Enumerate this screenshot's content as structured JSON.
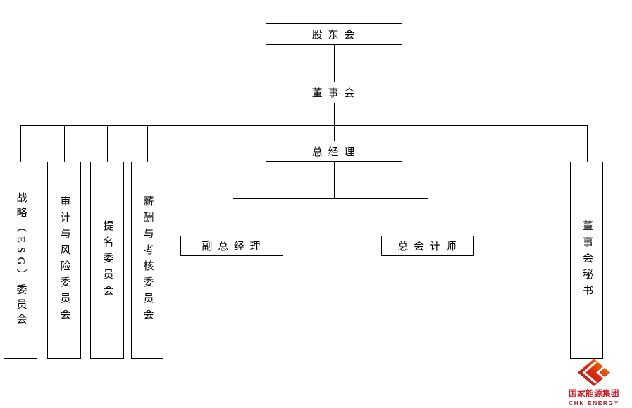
{
  "diagram": {
    "type": "org-chart",
    "nodes": {
      "shareholders": "股 东 会",
      "board": "董 事 会",
      "general_manager": "总 经 理",
      "deputy_general_manager": "副 总 经 理",
      "chief_accountant": "总 会 计 师",
      "board_secretary": "董事会秘书",
      "committees": [
        "战略（ESG）委员会",
        "审计与风险委员会",
        "提名委员会",
        "薪酬与考核委员会"
      ]
    },
    "edges": [
      "股东会 → 董事会",
      "董事会 → 战略（ESG）委员会",
      "董事会 → 审计与风险委员会",
      "董事会 → 提名委员会",
      "董事会 → 薪酬与考核委员会",
      "董事会 → 总经理",
      "董事会 → 董事会秘书",
      "总经理 → 副总经理",
      "总经理 → 总会计师"
    ],
    "line_color": "#000000",
    "box_border_color": "#000000"
  },
  "logo": {
    "company_cn": "国家能源集团",
    "company_en": "CHN ENERGY",
    "colors": {
      "dark_red": "#9c1b20",
      "red": "#d92c11",
      "orange": "#f59a00",
      "text_cn_red": "#c8161d",
      "text_en_red": "#9e2428"
    }
  }
}
